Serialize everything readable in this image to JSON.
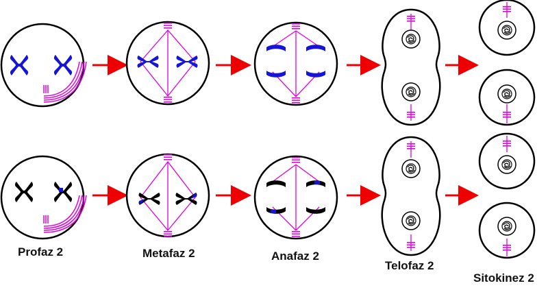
{
  "labels": {
    "prophase": "Profaz 2",
    "metaphase": "Metafaz 2",
    "anaphase": "Anafaz 2",
    "telophase": "Telofaz 2",
    "cytokinesis": "Sitokinez 2"
  },
  "colors": {
    "cell_outline": "#000000",
    "chromosome_blue": "#1515d8",
    "chromosome_black": "#000000",
    "spindle": "#e000e0",
    "arrow": "#ee0000"
  }
}
